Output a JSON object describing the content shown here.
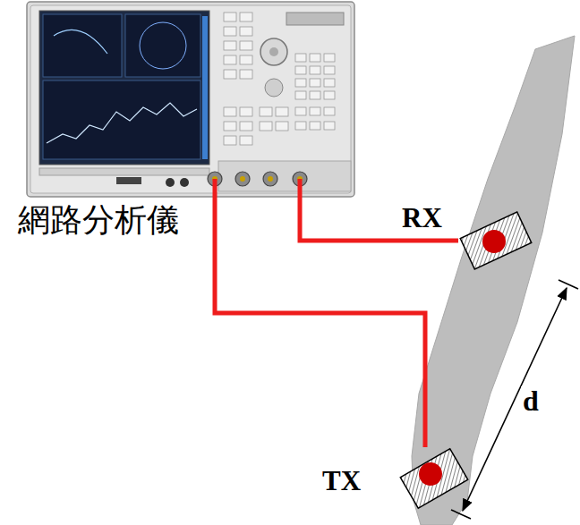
{
  "diagram": {
    "nodes": [
      {
        "text": [
          "網路分析儀"
        ]
      },
      {
        "text": [
          "RX"
        ]
      },
      {
        "text": [
          "TX"
        ]
      }
    ],
    "edges": [
      {
        "from": 0,
        "to": 1,
        "arrow": "none"
      },
      {
        "from": 0,
        "to": 2,
        "arrow": "none"
      }
    ],
    "labels": [
      "d"
    ]
  }
}
